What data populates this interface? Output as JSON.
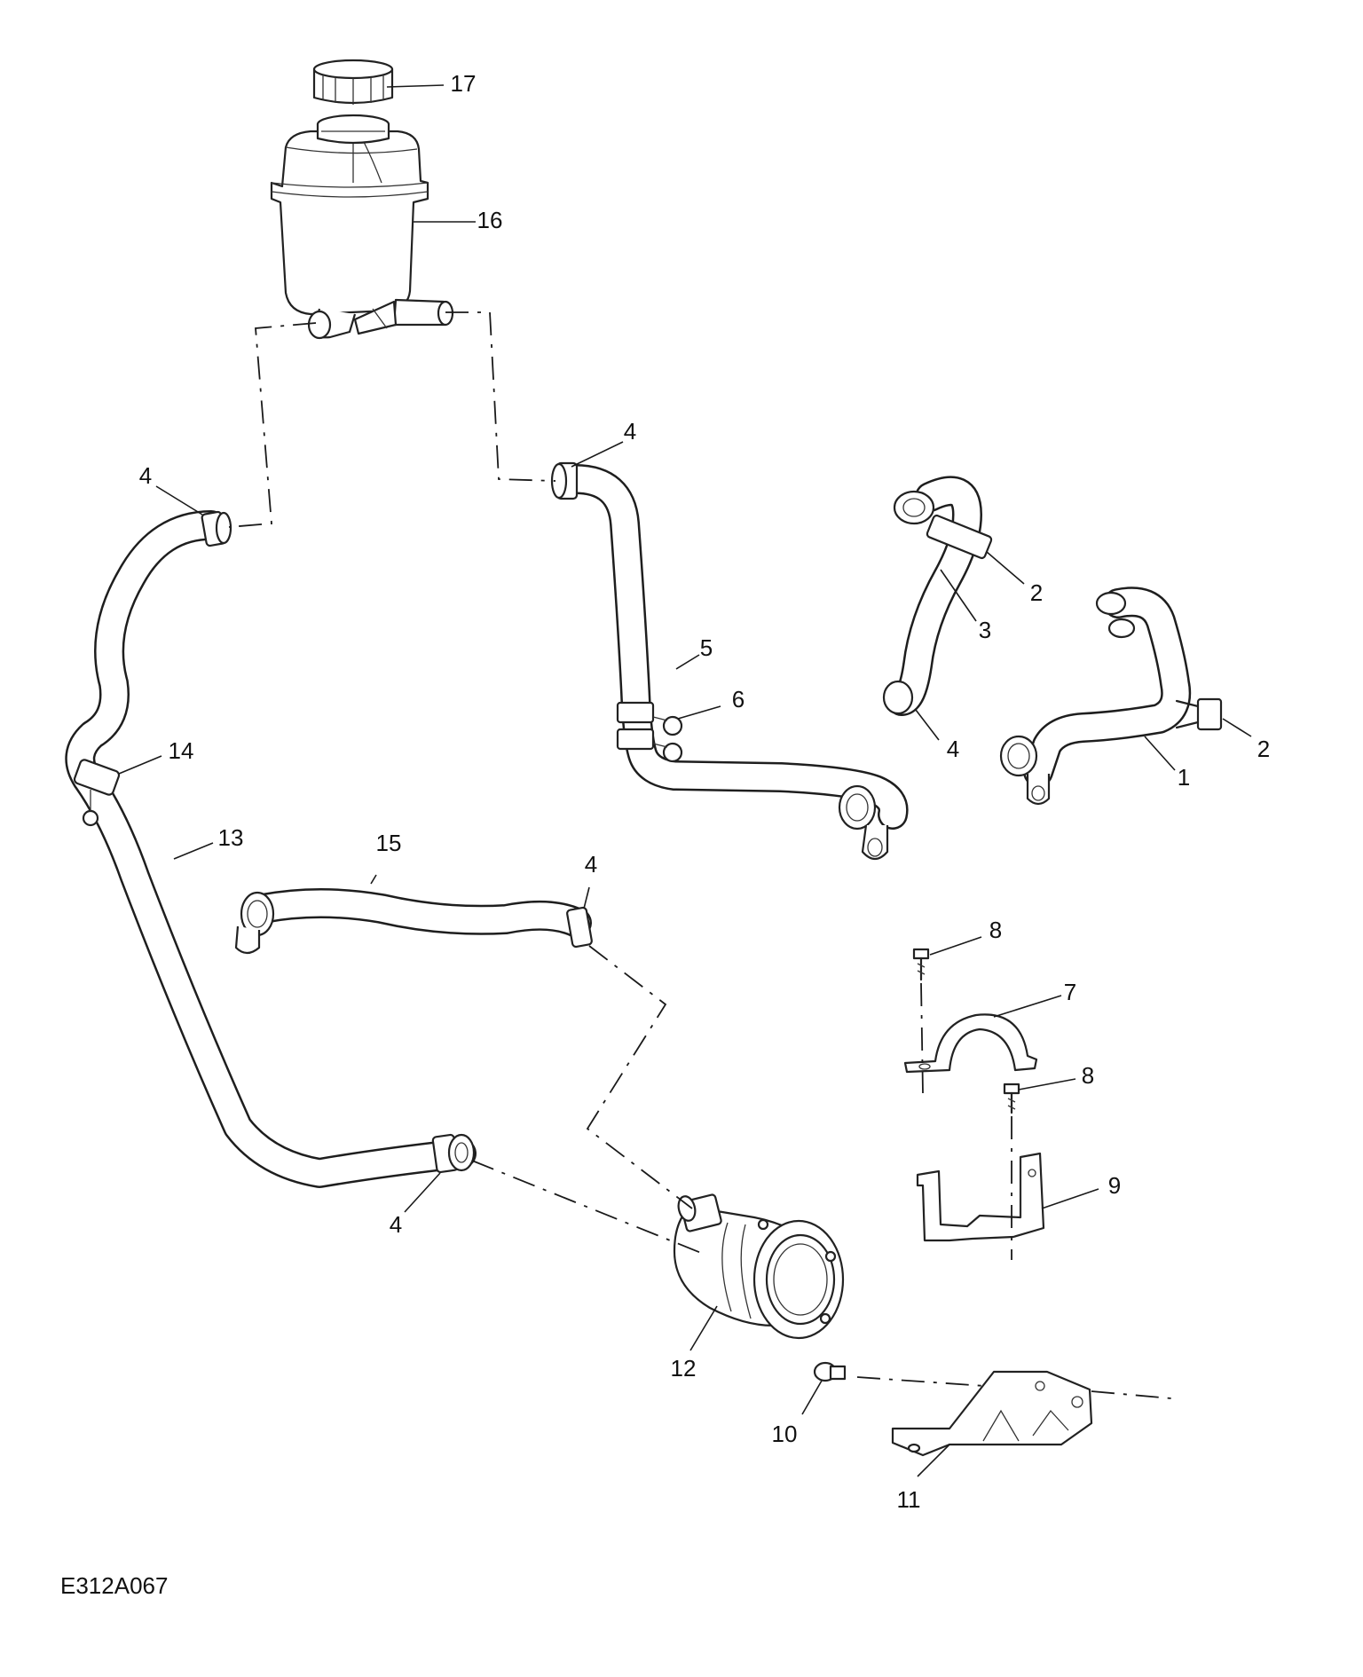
{
  "figure_id": "E312A067",
  "callouts": {
    "c1": "1",
    "c2a": "2",
    "c2b": "2",
    "c3": "3",
    "c4a": "4",
    "c4b": "4",
    "c4c": "4",
    "c4d": "4",
    "c4e": "4",
    "c5": "5",
    "c6": "6",
    "c7": "7",
    "c8a": "8",
    "c8b": "8",
    "c9": "9",
    "c10": "10",
    "c11": "11",
    "c12": "12",
    "c13": "13",
    "c14": "14",
    "c15": "15",
    "c16": "16",
    "c17": "17"
  }
}
